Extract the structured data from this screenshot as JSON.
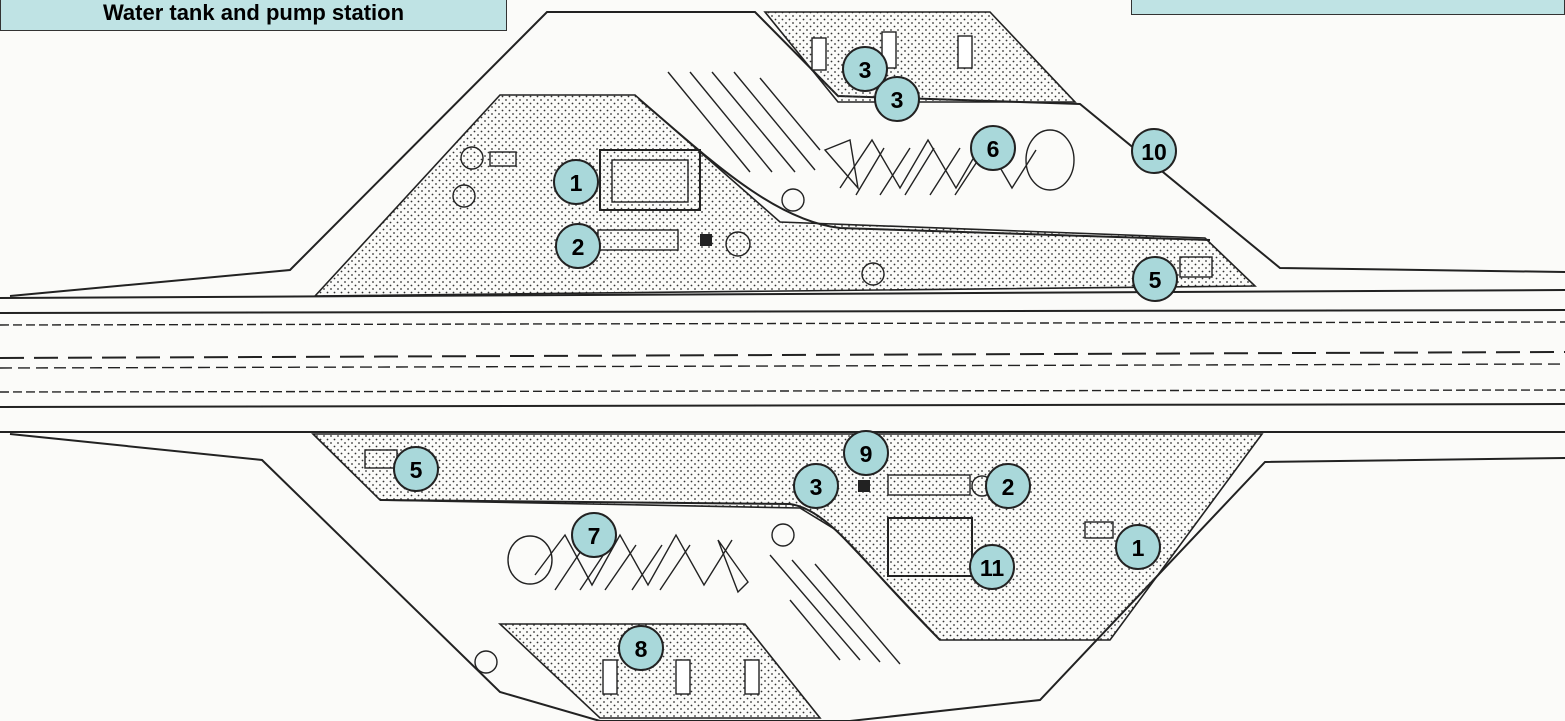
{
  "header": {
    "title": "Water tank and pump station",
    "right_title": ""
  },
  "markers": [
    {
      "label": "1"
    },
    {
      "label": "2"
    },
    {
      "label": "3"
    },
    {
      "label": "3"
    },
    {
      "label": "6"
    },
    {
      "label": "10"
    },
    {
      "label": "5"
    },
    {
      "label": "5"
    },
    {
      "label": "9"
    },
    {
      "label": "3"
    },
    {
      "label": "2"
    },
    {
      "label": "7"
    },
    {
      "label": "1"
    },
    {
      "label": "11"
    },
    {
      "label": "8"
    }
  ],
  "colors": {
    "box_fill": "#bfe3e4",
    "marker_fill": "#a9d8da",
    "line": "#222222",
    "paper": "#fbfbf9"
  }
}
